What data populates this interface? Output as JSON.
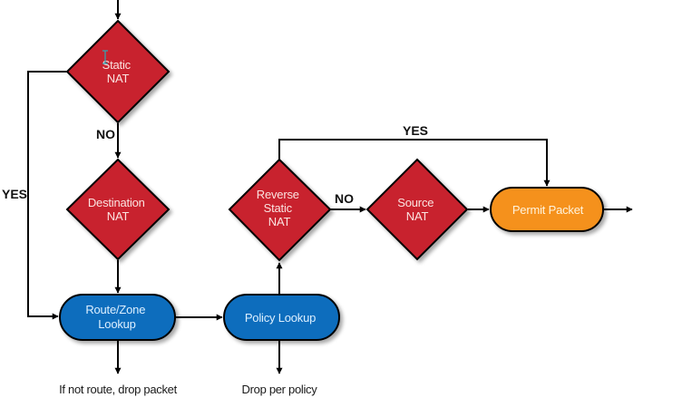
{
  "diagram": {
    "colors": {
      "decision_fill": "#c8202e",
      "process_fill": "#0e6dbd",
      "terminal_fill": "#f5911f",
      "line": "#000000"
    },
    "nodes": {
      "static_nat": {
        "type": "decision",
        "lines": [
          "Static",
          "NAT"
        ]
      },
      "destination_nat": {
        "type": "decision",
        "lines": [
          "Destination",
          "NAT"
        ]
      },
      "reverse_static_nat": {
        "type": "decision",
        "lines": [
          "Reverse",
          "Static",
          "NAT"
        ]
      },
      "source_nat": {
        "type": "decision",
        "lines": [
          "Source",
          "NAT"
        ]
      },
      "route_zone_lookup": {
        "type": "process",
        "lines": [
          "Route/Zone",
          "Lookup"
        ]
      },
      "policy_lookup": {
        "type": "process",
        "lines": [
          "Policy Lookup"
        ]
      },
      "permit_packet": {
        "type": "terminal",
        "lines": [
          "Permit Packet"
        ]
      }
    },
    "edge_labels": {
      "static_no": "NO",
      "static_yes": "YES",
      "reverse_no": "NO",
      "reverse_yes": "YES"
    },
    "captions": {
      "route_drop": "If not route, drop packet",
      "policy_drop": "Drop per policy"
    },
    "edges": [
      {
        "from": "entry",
        "to": "static_nat"
      },
      {
        "from": "static_nat",
        "to": "destination_nat",
        "label": "NO"
      },
      {
        "from": "static_nat",
        "to": "route_zone_lookup",
        "label": "YES"
      },
      {
        "from": "destination_nat",
        "to": "route_zone_lookup"
      },
      {
        "from": "route_zone_lookup",
        "to": "policy_lookup"
      },
      {
        "from": "route_zone_lookup",
        "to": "route_drop"
      },
      {
        "from": "policy_lookup",
        "to": "reverse_static_nat"
      },
      {
        "from": "policy_lookup",
        "to": "policy_drop"
      },
      {
        "from": "reverse_static_nat",
        "to": "source_nat",
        "label": "NO"
      },
      {
        "from": "reverse_static_nat",
        "to": "permit_packet",
        "label": "YES"
      },
      {
        "from": "source_nat",
        "to": "permit_packet"
      },
      {
        "from": "permit_packet",
        "to": "exit"
      }
    ]
  },
  "cursor": {
    "type": "text-ibeam-cursor"
  }
}
